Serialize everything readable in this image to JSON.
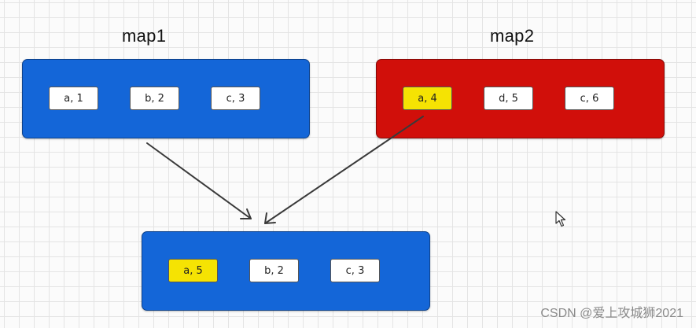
{
  "colors": {
    "blue": "#1466d8",
    "red": "#d10f0a",
    "white_chip": "#ffffff",
    "highlight_chip": "#f5e303",
    "arrow": "#3a3a3a"
  },
  "map1": {
    "title": "map1",
    "entries": [
      {
        "text": "a, 1",
        "highlight": false
      },
      {
        "text": "b, 2",
        "highlight": false
      },
      {
        "text": "c, 3",
        "highlight": false
      }
    ]
  },
  "map2": {
    "title": "map2",
    "entries": [
      {
        "text": "a, 4",
        "highlight": true
      },
      {
        "text": "d, 5",
        "highlight": false
      },
      {
        "text": "c, 6",
        "highlight": false
      }
    ]
  },
  "result": {
    "entries": [
      {
        "text": "a, 5",
        "highlight": true
      },
      {
        "text": "b, 2",
        "highlight": false
      },
      {
        "text": "c, 3",
        "highlight": false
      }
    ]
  },
  "watermark": "CSDN @爱上攻城狮2021",
  "icons": {
    "cursor": "mouse-pointer-icon"
  }
}
